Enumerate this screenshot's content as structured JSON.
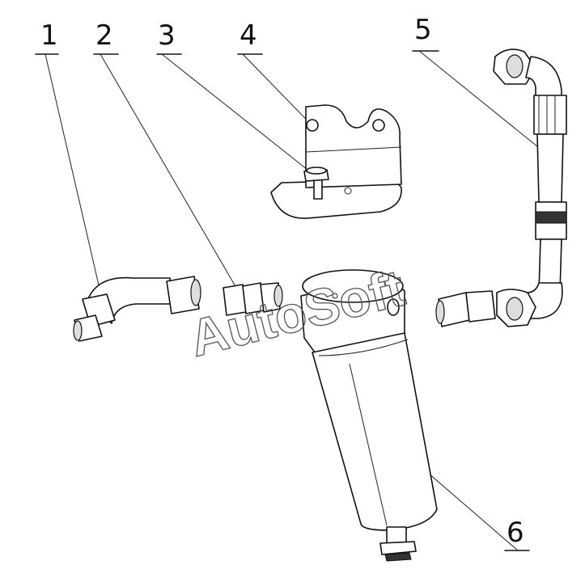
{
  "diagram": {
    "callouts": [
      {
        "id": "1",
        "label": "1"
      },
      {
        "id": "2",
        "label": "2"
      },
      {
        "id": "3",
        "label": "3"
      },
      {
        "id": "4",
        "label": "4"
      },
      {
        "id": "5",
        "label": "5"
      },
      {
        "id": "6",
        "label": "6"
      }
    ],
    "watermark": "AutoSoft"
  }
}
